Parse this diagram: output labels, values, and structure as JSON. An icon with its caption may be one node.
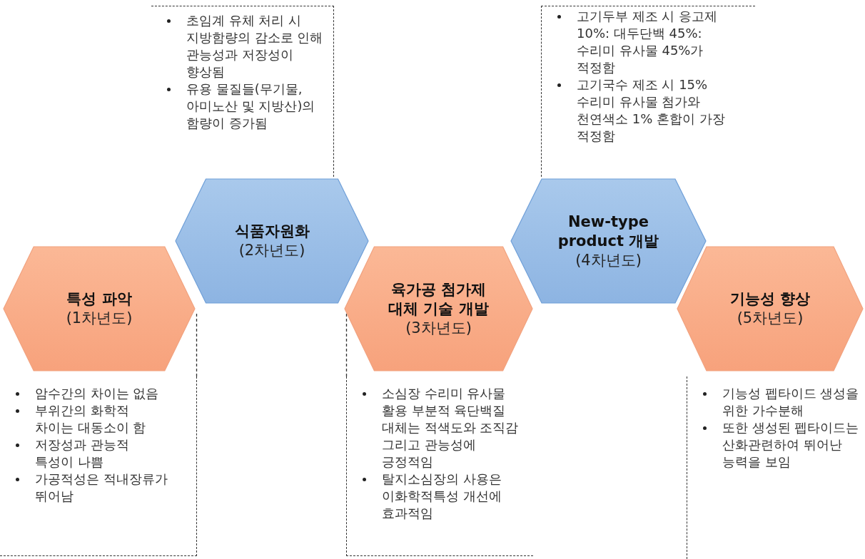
{
  "diagram": {
    "nodes": [
      {
        "text": [
          "초임계 유체 처리 시 지방함량의 감소로 인해 관능성과 저장성이 향상됨",
          "유용 물질들(무기물, 아미노산 및 지방산)의 함량이 증가됨"
        ]
      },
      {
        "text": [
          "고기두부 제조 시 응고제 10%: 대두단백 45%: 수리미 유사물 45%가 적정함",
          "고기국수 제조 시 15% 수리미 유사물 첨가와 천연색소 1% 혼합이 가장 적정함"
        ]
      },
      {
        "text": [
          "식품자원화",
          "(2차년도)"
        ]
      },
      {
        "text": [
          "New-type product 개발",
          "(4차년도)"
        ]
      },
      {
        "text": [
          "특성 파악",
          "(1차년도)"
        ]
      },
      {
        "text": [
          "육가공 첨가제 대체 기술 개발",
          "(3차년도)"
        ]
      },
      {
        "text": [
          "기능성 향상",
          "(5차년도)"
        ]
      },
      {
        "text": [
          "암수간의 차이는 없음",
          "부위간의 화학적 차이는 대동소이 함",
          "저장성과 관능적 특성이 나쁨",
          "가공적성은 적내장류가 뛰어남"
        ]
      },
      {
        "text": [
          "소심장 수리미 유사물 활용 부분적 육단백질 대체는 적색도와 조직감 그리고 관능성에 긍정적임",
          "탈지소심장의 사용은 이화학적특성 개선에 효과적임"
        ]
      },
      {
        "text": [
          "기능성 펩타이드 생성을 위한 가수분해",
          "또한 생성된 펩타이드는 산화관련하여 뛰어난 능력을 보임"
        ]
      }
    ]
  }
}
